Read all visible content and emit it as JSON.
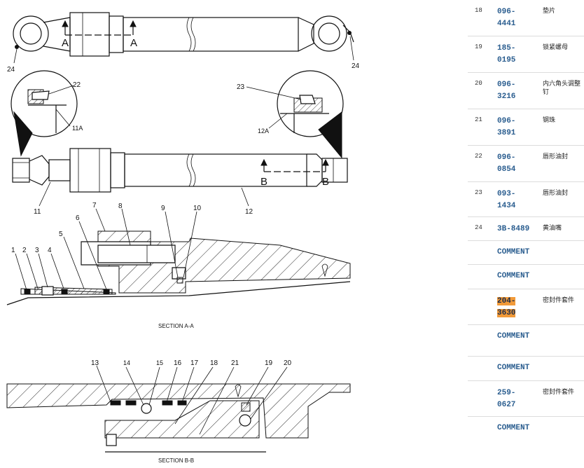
{
  "drawing": {
    "callouts": {
      "c1": "1",
      "c2": "2",
      "c3": "3",
      "c4": "4",
      "c5": "5",
      "c6": "6",
      "c7": "7",
      "c8": "8",
      "c9": "9",
      "c10": "10",
      "c11": "11",
      "c11a": "11A",
      "c12": "12",
      "c12a": "12A",
      "c13": "13",
      "c14": "14",
      "c15": "15",
      "c16": "16",
      "c17": "17",
      "c18": "18",
      "c19": "19",
      "c20": "20",
      "c21": "21",
      "c22": "22",
      "c23": "23",
      "c24_left": "24",
      "c24_right": "24"
    },
    "section_markers": {
      "a_left": "A",
      "a_right": "A",
      "b_left": "B",
      "b_right": "B"
    },
    "section_a_label": "SECTION  A-A",
    "section_b_label": "SECTION  B-B"
  },
  "parts": [
    {
      "num": "18",
      "pn1": "096-",
      "pn2": "4441",
      "desc": "垫片"
    },
    {
      "num": "19",
      "pn1": "185-",
      "pn2": "0195",
      "desc": "锁紧螺母"
    },
    {
      "num": "20",
      "pn1": "096-",
      "pn2": "3216",
      "desc": "内六角头调整钉"
    },
    {
      "num": "21",
      "pn1": "096-",
      "pn2": "3891",
      "desc": "钢珠"
    },
    {
      "num": "22",
      "pn1": "096-",
      "pn2": "0854",
      "desc": "唇形油封"
    },
    {
      "num": "23",
      "pn1": "093-",
      "pn2": "1434",
      "desc": "唇形油封"
    },
    {
      "num": "24",
      "pn1": "3B-8489",
      "pn2": "",
      "desc": "黄油嘴"
    },
    {
      "comment": "COMMENT"
    },
    {
      "comment": "COMMENT"
    },
    {
      "num": "",
      "pn1": "204-",
      "pn2": "3630",
      "desc": "密封件套件",
      "highlight": true
    },
    {
      "comment": "COMMENT"
    },
    {
      "comment": "COMMENT"
    },
    {
      "num": "",
      "pn1": "259-",
      "pn2": "0627",
      "desc": "密封件套件"
    },
    {
      "comment": "COMMENT"
    }
  ]
}
